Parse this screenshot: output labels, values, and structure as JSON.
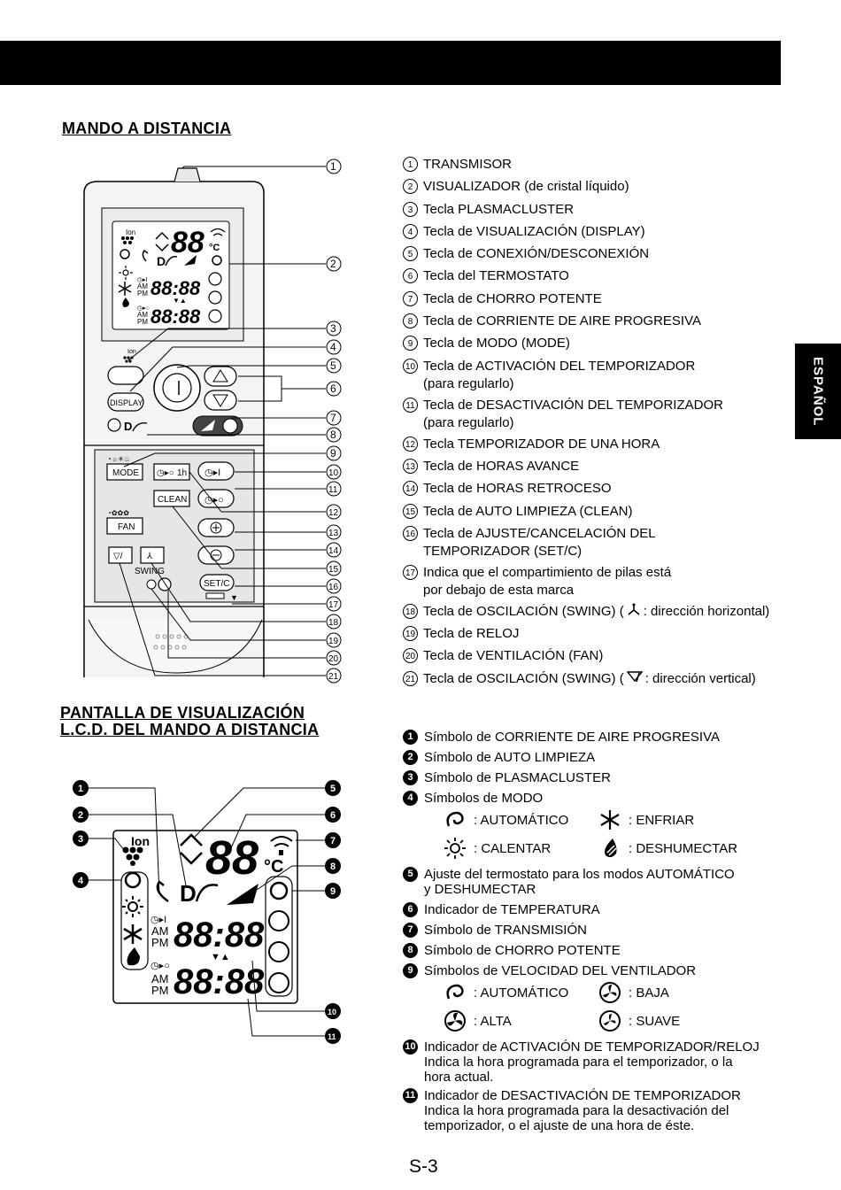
{
  "header": {
    "language_tab": "ESPAÑOL"
  },
  "remote_section": {
    "title": "MANDO A DISTANCIA",
    "buttons": {
      "ion": "Ion",
      "display": "DISPLAY",
      "mode": "MODE",
      "timer_1h": "1h",
      "clean": "CLEAN",
      "fan": "FAN",
      "swing": "SWING",
      "setc": "SET/C"
    },
    "lcd_digits": "88",
    "timer_digits": "88:88",
    "items": [
      {
        "num": "1",
        "text": "TRANSMISOR"
      },
      {
        "num": "2",
        "text": "VISUALIZADOR (de cristal líquido)"
      },
      {
        "num": "3",
        "text": "Tecla PLASMACLUSTER"
      },
      {
        "num": "4",
        "text": "Tecla de VISUALIZACIÓN (DISPLAY)"
      },
      {
        "num": "5",
        "text": "Tecla de CONEXIÓN/DESCONEXIÓN"
      },
      {
        "num": "6",
        "text": "Tecla del TERMOSTATO"
      },
      {
        "num": "7",
        "text": "Tecla de CHORRO POTENTE"
      },
      {
        "num": "8",
        "text": "Tecla de CORRIENTE DE AIRE PROGRESIVA"
      },
      {
        "num": "9",
        "text": "Tecla de MODO (MODE)"
      },
      {
        "num": "10",
        "text": "Tecla de ACTIVACIÓN DEL TEMPORIZADOR",
        "sub": "(para regularlo)"
      },
      {
        "num": "11",
        "text": "Tecla de DESACTIVACIÓN DEL TEMPORIZADOR",
        "sub": "(para regularlo)"
      },
      {
        "num": "12",
        "text": "Tecla TEMPORIZADOR DE UNA HORA"
      },
      {
        "num": "13",
        "text": "Tecla de HORAS AVANCE"
      },
      {
        "num": "14",
        "text": "Tecla de HORAS RETROCESO"
      },
      {
        "num": "15",
        "text": "Tecla de AUTO LIMPIEZA (CLEAN)"
      },
      {
        "num": "16",
        "text": "Tecla de AJUSTE/CANCELACIÓN DEL",
        "sub": "TEMPORIZADOR (SET/C)"
      },
      {
        "num": "17",
        "text": "Indica que el compartimiento de pilas está",
        "sub": "por debajo de esta marca"
      },
      {
        "num": "18",
        "text": "Tecla de OSCILACIÓN (SWING) (",
        "suffix": ": dirección horizontal)",
        "icon": "swing-horizontal-icon"
      },
      {
        "num": "19",
        "text": "Tecla de RELOJ"
      },
      {
        "num": "20",
        "text": "Tecla de VENTILACIÓN (FAN)"
      },
      {
        "num": "21",
        "text": "Tecla de OSCILACIÓN (SWING) (",
        "suffix": ": dirección vertical)",
        "icon": "swing-vertical-icon"
      }
    ]
  },
  "lcd_section": {
    "title_line1": "PANTALLA DE VISUALIZACIÓN",
    "title_line2": "L.C.D. DEL MANDO A DISTANCIA",
    "ion_label": "Ion",
    "am": "AM",
    "pm": "PM",
    "unit": "°C",
    "items": [
      {
        "num": "1",
        "text": "Símbolo de CORRIENTE DE AIRE PROGRESIVA"
      },
      {
        "num": "2",
        "text": "Símbolo de AUTO LIMPIEZA"
      },
      {
        "num": "3",
        "text": "Símbolo de PLASMACLUSTER"
      },
      {
        "num": "4",
        "text": "Símbolos de MODO",
        "icons": [
          {
            "icon": "auto-mode-icon",
            "label": ": AUTOMÁTICO"
          },
          {
            "icon": "cool-mode-icon",
            "label": ": ENFRIAR"
          },
          {
            "icon": "heat-mode-icon",
            "label": ": CALENTAR"
          },
          {
            "icon": "dry-mode-icon",
            "label": ": DESHUMECTAR"
          }
        ]
      },
      {
        "num": "5",
        "text": "Ajuste del termostato para los modos AUTOMÁTICO",
        "sub": "y DESHUMECTAR"
      },
      {
        "num": "6",
        "text": "Indicador de TEMPERATURA"
      },
      {
        "num": "7",
        "text": "Símbolo de TRANSMISIÓN"
      },
      {
        "num": "8",
        "text": "Símbolo de CHORRO POTENTE"
      },
      {
        "num": "9",
        "text": "Símbolos de VELOCIDAD DEL VENTILADOR",
        "icons": [
          {
            "icon": "fan-auto-icon",
            "label": ": AUTOMÁTICO"
          },
          {
            "icon": "fan-low-icon",
            "label": ": BAJA"
          },
          {
            "icon": "fan-high-icon",
            "label": ": ALTA"
          },
          {
            "icon": "fan-soft-icon",
            "label": ": SUAVE"
          }
        ]
      },
      {
        "num": "10",
        "text": "Indicador de ACTIVACIÓN DE TEMPORIZADOR/RELOJ",
        "sub": "Indica la hora programada para el temporizador, o la",
        "sub2": "hora actual."
      },
      {
        "num": "11",
        "text": "Indicador de DESACTIVACIÓN DE TEMPORIZADOR",
        "sub": "Indica la hora programada para la desactivación del",
        "sub2": "temporizador, o el ajuste de una hora de éste."
      }
    ]
  },
  "footer": {
    "page": "S-3"
  }
}
